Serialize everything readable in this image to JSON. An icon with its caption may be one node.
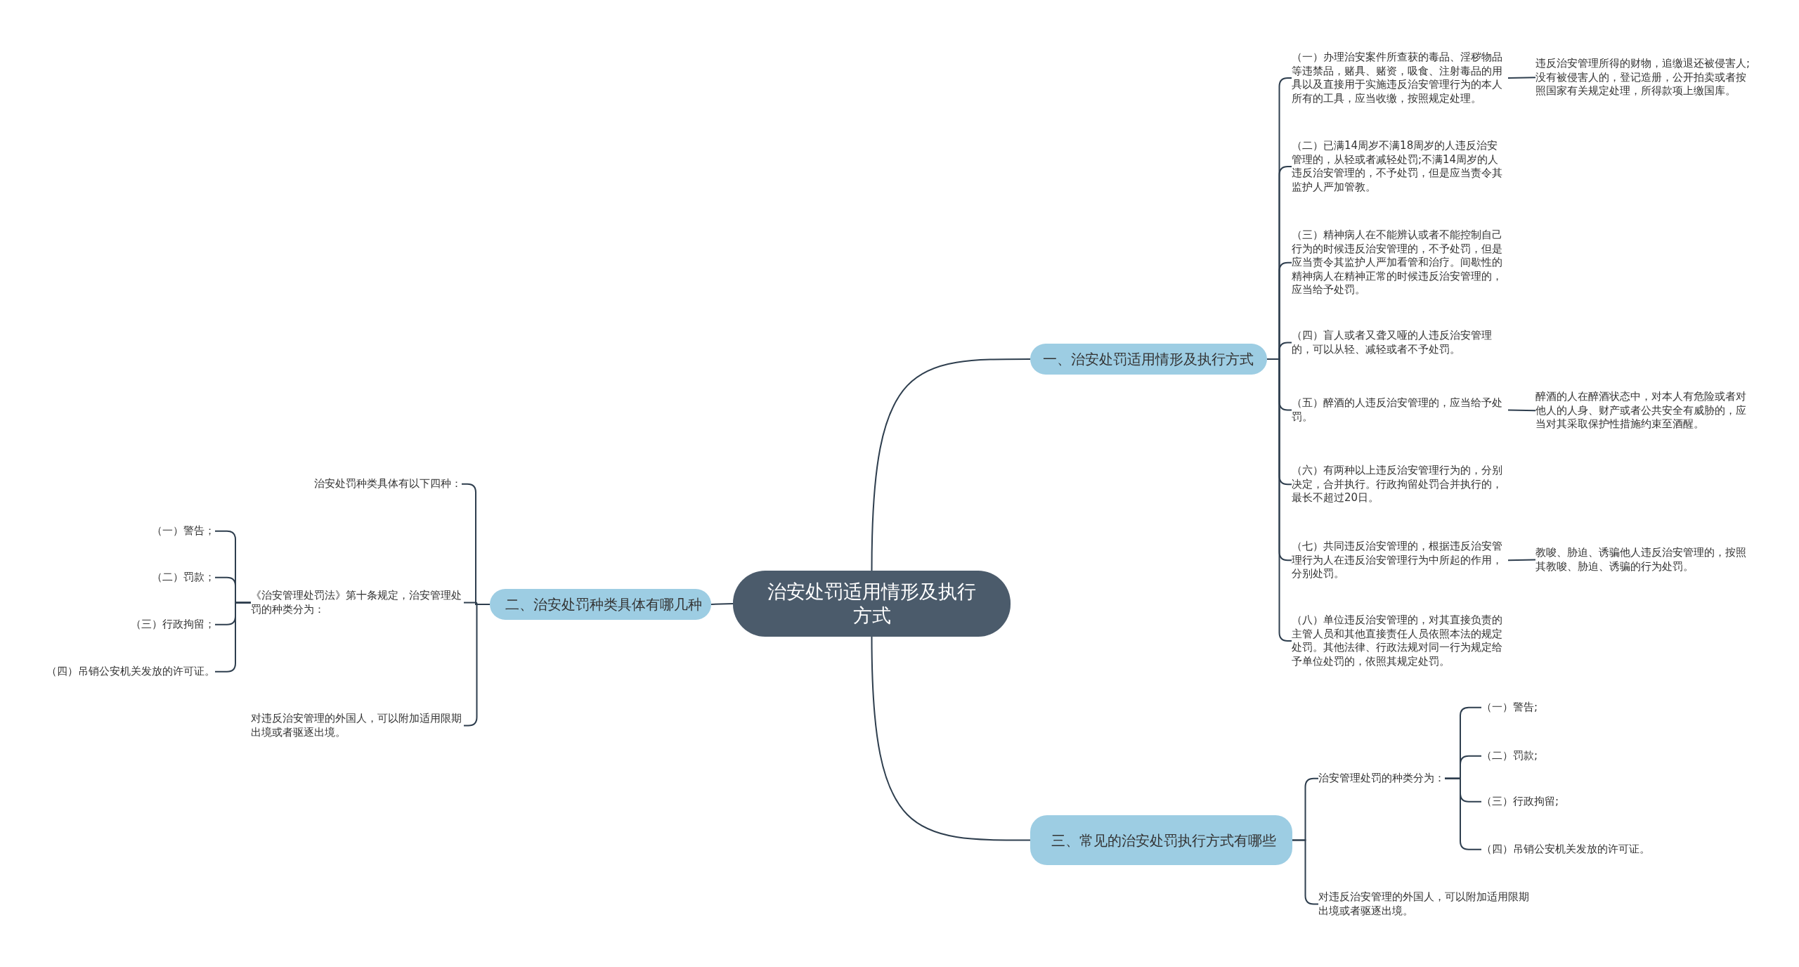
{
  "diagram": {
    "nodes": [
      {
        "text": [
          "治安处罚适用情形及执行方式"
        ]
      },
      {
        "text": [
          "一、治安处罚适用情形及执行方式"
        ]
      },
      {
        "text": [
          "（一）办理治安案件所查获的毒品、淫秽物品等违禁品，赌具、赌资，吸食、注射毒品的用具以及直接用于实施违反治安管理行为的本人所有的工具，应当收缴，按照规定处理。"
        ]
      },
      {
        "text": [
          "（二）已满14周岁不满18周岁的人违反治安管理的，从轻或者减轻处罚;不满14周岁的人违反治安管理的，不予处罚，但是应当责令其监护人严加管教。"
        ]
      },
      {
        "text": [
          "（三）精神病人在不能辨认或者不能控制自己行为的时候违反治安管理的，不予处罚，但是应当责令其监护人严加看管和治疗。间歇性的精神病人在精神正常的时候违反治安管理的，应当给予处罚。"
        ]
      },
      {
        "text": [
          "（四）盲人或者又聋又哑的人违反治安管理的，可以从轻、减轻或者不予处罚。"
        ]
      },
      {
        "text": [
          "（五）醉酒的人违反治安管理的，应当给予处罚。"
        ]
      },
      {
        "text": [
          "（六）有两种以上违反治安管理行为的，分别决定，合并执行。行政拘留处罚合并执行的，最长不超过20日。"
        ]
      },
      {
        "text": [
          "（七）共同违反治安管理的，根据违反治安管理行为人在违反治安管理行为中所起的作用，分别处罚。"
        ]
      },
      {
        "text": [
          "（八）单位违反治安管理的，对其直接负责的主管人员和其他直接责任人员依照本法的规定处罚。其他法律、行政法规对同一行为规定给予单位处罚的，依照其规定处罚。"
        ]
      },
      {
        "text": [
          "违反治安管理所得的财物，追缴退还被侵害人;没有被侵害人的，登记造册，公开拍卖或者按照国家有关规定处理，所得款项上缴国库。"
        ]
      },
      {
        "text": [
          "醉酒的人在醉酒状态中，对本人有危险或者对他人的人身、财产或者公共安全有威胁的，应当对其采取保护性措施约束至酒醒。"
        ]
      },
      {
        "text": [
          "教唆、胁迫、诱骗他人违反治安管理的，按照其教唆、胁迫、诱骗的行为处罚。"
        ]
      },
      {
        "text": [
          "二、治安处罚种类具体有哪几种"
        ]
      },
      {
        "text": [
          "治安处罚种类具体有以下四种："
        ]
      },
      {
        "text": [
          "《治安管理处罚法》第十条规定，治安管理处罚的种类分为："
        ]
      },
      {
        "text": [
          "（一）警告；"
        ]
      },
      {
        "text": [
          "（二）罚款；"
        ]
      },
      {
        "text": [
          "（三）行政拘留；"
        ]
      },
      {
        "text": [
          "（四）吊销公安机关发放的许可证。"
        ]
      },
      {
        "text": [
          "对违反治安管理的外国人，可以附加适用限期出境或者驱逐出境。"
        ]
      },
      {
        "text": [
          "三、常见的治安处罚执行方式有哪些"
        ]
      },
      {
        "text": [
          "治安管理处罚的种类分为："
        ]
      },
      {
        "text": [
          "（一）警告;"
        ]
      },
      {
        "text": [
          "（二）罚款;"
        ]
      },
      {
        "text": [
          "（三）行政拘留;"
        ]
      },
      {
        "text": [
          "（四）吊销公安机关发放的许可证。"
        ]
      },
      {
        "text": [
          "对违反治安管理的外国人，可以附加适用限期出境或者驱逐出境。"
        ]
      }
    ],
    "edges": [
      {
        "from": 0,
        "to": 1,
        "arrow": "none"
      },
      {
        "from": 1,
        "to": 2,
        "arrow": "none"
      },
      {
        "from": 1,
        "to": 3,
        "arrow": "none"
      },
      {
        "from": 1,
        "to": 4,
        "arrow": "none"
      },
      {
        "from": 1,
        "to": 5,
        "arrow": "none"
      },
      {
        "from": 1,
        "to": 6,
        "arrow": "none"
      },
      {
        "from": 1,
        "to": 7,
        "arrow": "none"
      },
      {
        "from": 1,
        "to": 8,
        "arrow": "none"
      },
      {
        "from": 1,
        "to": 9,
        "arrow": "none"
      },
      {
        "from": 2,
        "to": 10,
        "arrow": "none"
      },
      {
        "from": 6,
        "to": 11,
        "arrow": "none"
      },
      {
        "from": 8,
        "to": 12,
        "arrow": "none"
      },
      {
        "from": 0,
        "to": 13,
        "arrow": "none"
      },
      {
        "from": 13,
        "to": 14,
        "arrow": "none"
      },
      {
        "from": 13,
        "to": 15,
        "arrow": "none"
      },
      {
        "from": 15,
        "to": 16,
        "arrow": "none"
      },
      {
        "from": 15,
        "to": 17,
        "arrow": "none"
      },
      {
        "from": 15,
        "to": 18,
        "arrow": "none"
      },
      {
        "from": 15,
        "to": 19,
        "arrow": "none"
      },
      {
        "from": 13,
        "to": 20,
        "arrow": "none"
      },
      {
        "from": 0,
        "to": 21,
        "arrow": "none"
      },
      {
        "from": 21,
        "to": 22,
        "arrow": "none"
      },
      {
        "from": 22,
        "to": 23,
        "arrow": "none"
      },
      {
        "from": 22,
        "to": 24,
        "arrow": "none"
      },
      {
        "from": 22,
        "to": 25,
        "arrow": "none"
      },
      {
        "from": 22,
        "to": 26,
        "arrow": "none"
      },
      {
        "from": 21,
        "to": 27,
        "arrow": "none"
      }
    ]
  }
}
